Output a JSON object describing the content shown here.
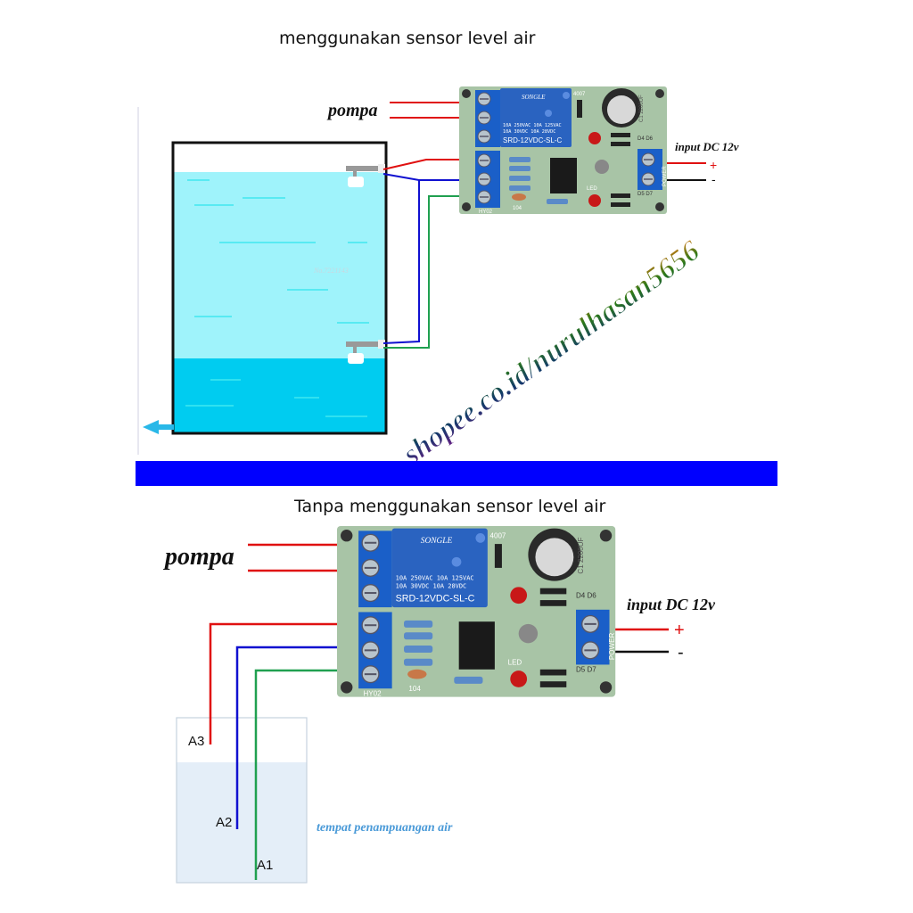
{
  "top_section": {
    "title": "menggunakan sensor level air",
    "pump_label": "pompa",
    "power_label": "input DC 12v",
    "plus": "+",
    "minus": "-",
    "tank_mark": "No.7221143"
  },
  "bottom_section": {
    "title": "Tanpa menggunakan sensor level air",
    "pump_label": "pompa",
    "power_label": "input DC 12v",
    "plus": "+",
    "minus": "-",
    "probe_labels": [
      "A3",
      "A2",
      "A1"
    ],
    "tank_label": "tempat penampuangan air"
  },
  "board": {
    "relay_brand": "SONGLE",
    "relay_line1": "10A 250VAC  10A 125VAC",
    "relay_line2": "10A  30VDC  10A  28VDC",
    "relay_model": "SRD-12VDC-SL-C",
    "diode": "4007",
    "capacitor": "C1 2200UF",
    "power_text": "POWER",
    "led_text": "LED",
    "cap_code": "104",
    "terminal_label": "HY02",
    "d_labels": "D4 D6",
    "d_labels2": "D5 D7"
  },
  "watermark": "shopee.co.id/nurulhasan5656",
  "colors": {
    "divider": "#0000ff",
    "wire_red": "#e01010",
    "wire_blue": "#1010d0",
    "wire_green": "#20a050",
    "water_light": "#9ff3fb",
    "water_dark": "#00ccf0",
    "pcb": "#a8c4a6",
    "terminal": "#1a5fc8"
  }
}
